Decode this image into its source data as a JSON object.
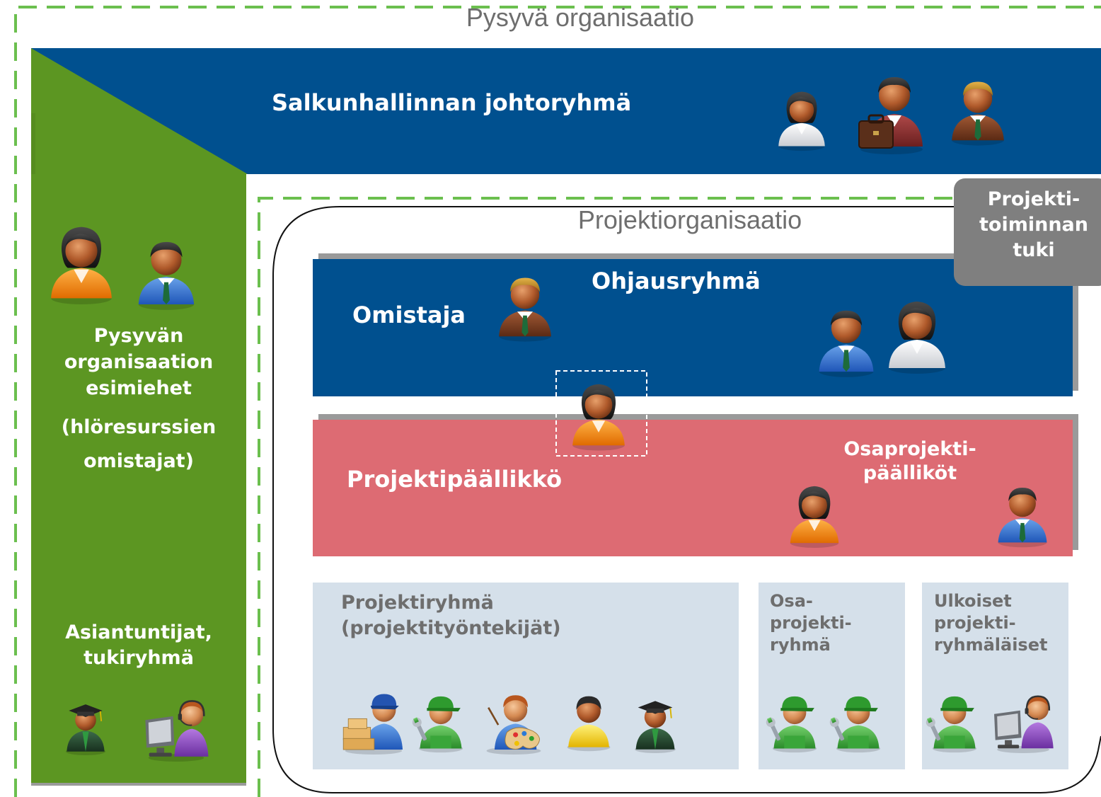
{
  "colors": {
    "outer_dash": "#6bbf4e",
    "blue": "#00508f",
    "green": "#5c9622",
    "red": "#dd6b73",
    "lightblue": "#d5e0ea",
    "gray_tab": "#7f7f7f",
    "shadow": "#9a9a9a",
    "label_gray": "#6e6e6e"
  },
  "outer": {
    "title": "Pysyvä organisaatio"
  },
  "top_bar": {
    "title": "Salkunhallinnan johtoryhmä"
  },
  "left_column": {
    "managers_lines": [
      "Pysyvän",
      "organisaation",
      "esimiehet"
    ],
    "managers_sub_lines": [
      "(hlöresurssien",
      "omistajat)"
    ],
    "experts_lines": [
      "Asiantuntijat,",
      "tukiryhmä"
    ]
  },
  "project_org": {
    "title": "Projektiorganisaatio"
  },
  "support_tab": {
    "lines": [
      "Projekti-",
      "toiminnan",
      "tuki"
    ]
  },
  "steering": {
    "title": "Ohjausryhmä",
    "owner": "Omistaja"
  },
  "pm_band": {
    "title": "Projektipäällikkö",
    "sub_lines": [
      "Osaprojekti-",
      "päälliköt"
    ]
  },
  "teams": [
    {
      "lines": [
        "Projektiryhmä",
        "(projektityöntekijät)"
      ]
    },
    {
      "lines": [
        "Osa-",
        "projekti-",
        "ryhmä"
      ]
    },
    {
      "lines": [
        "Ulkoiset",
        "projekti-",
        "ryhmäläiset"
      ]
    }
  ],
  "icons": [
    "exec-female-icon",
    "exec-briefcase-icon",
    "exec-male-icon",
    "manager-female-icon",
    "manager-male-icon",
    "graduate-icon",
    "helpdesk-icon",
    "owner-icon",
    "steering-male-icon",
    "steering-female-icon",
    "project-manager-icon",
    "subproject-manager-female-icon",
    "subproject-manager-male-icon",
    "delivery-worker-icon",
    "mechanic-icon",
    "painter-icon",
    "person-yellow-icon"
  ]
}
